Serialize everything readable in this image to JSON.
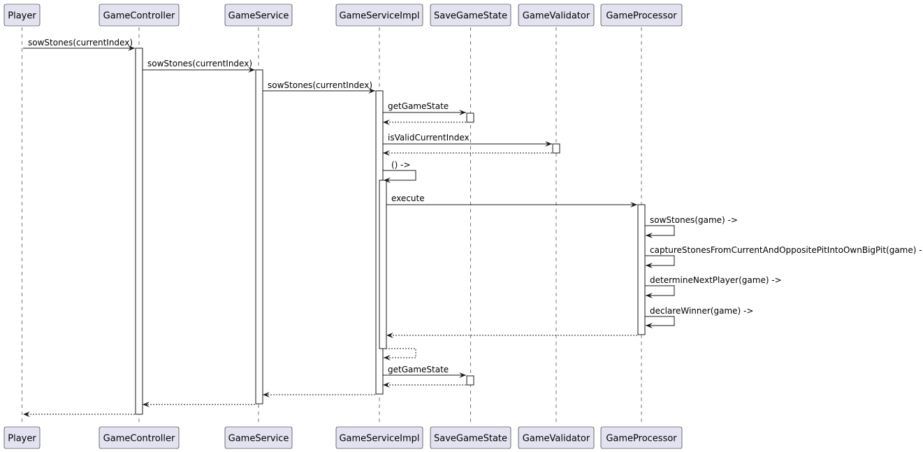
{
  "participants": [
    {
      "id": "player",
      "label": "Player"
    },
    {
      "id": "gamecontroller",
      "label": "GameController"
    },
    {
      "id": "gameservice",
      "label": "GameService"
    },
    {
      "id": "gameserviceimpl",
      "label": "GameServiceImpl"
    },
    {
      "id": "savegamestate",
      "label": "SaveGameState"
    },
    {
      "id": "gamevalidator",
      "label": "GameValidator"
    },
    {
      "id": "gameprocessor",
      "label": "GameProcessor"
    }
  ],
  "messages": [
    {
      "from": "player",
      "to": "gamecontroller",
      "label": "sowStones(currentIndex)",
      "kind": "call"
    },
    {
      "from": "gamecontroller",
      "to": "gameservice",
      "label": "sowStones(currentIndex)",
      "kind": "call"
    },
    {
      "from": "gameservice",
      "to": "gameserviceimpl",
      "label": "sowStones(currentIndex)",
      "kind": "call"
    },
    {
      "from": "gameserviceimpl",
      "to": "savegamestate",
      "label": "getGameState",
      "kind": "call"
    },
    {
      "from": "savegamestate",
      "to": "gameserviceimpl",
      "label": "",
      "kind": "return"
    },
    {
      "from": "gameserviceimpl",
      "to": "gamevalidator",
      "label": "isValidCurrentIndex",
      "kind": "call"
    },
    {
      "from": "gamevalidator",
      "to": "gameserviceimpl",
      "label": "",
      "kind": "return"
    },
    {
      "from": "gameserviceimpl",
      "to": "gameserviceimpl",
      "label": "() ->",
      "kind": "self"
    },
    {
      "from": "gameserviceimpl",
      "to": "gameprocessor",
      "label": "execute",
      "kind": "call"
    },
    {
      "from": "gameprocessor",
      "to": "gameprocessor",
      "label": "sowStones(game) ->",
      "kind": "self"
    },
    {
      "from": "gameprocessor",
      "to": "gameprocessor",
      "label": "captureStonesFromCurrentAndOppositePitIntoOwnBigPit(game) ->",
      "kind": "self"
    },
    {
      "from": "gameprocessor",
      "to": "gameprocessor",
      "label": "determineNextPlayer(game) ->",
      "kind": "self"
    },
    {
      "from": "gameprocessor",
      "to": "gameprocessor",
      "label": "declareWinner(game) ->",
      "kind": "self"
    },
    {
      "from": "gameprocessor",
      "to": "gameserviceimpl",
      "label": "",
      "kind": "return"
    },
    {
      "from": "gameserviceimpl",
      "to": "gameserviceimpl",
      "label": "",
      "kind": "self-return"
    },
    {
      "from": "gameserviceimpl",
      "to": "savegamestate",
      "label": "getGameState",
      "kind": "call"
    },
    {
      "from": "savegamestate",
      "to": "gameserviceimpl",
      "label": "",
      "kind": "return"
    },
    {
      "from": "gameserviceimpl",
      "to": "gameservice",
      "label": "",
      "kind": "return"
    },
    {
      "from": "gameservice",
      "to": "gamecontroller",
      "label": "",
      "kind": "return"
    },
    {
      "from": "gamecontroller",
      "to": "player",
      "label": "",
      "kind": "return"
    }
  ]
}
